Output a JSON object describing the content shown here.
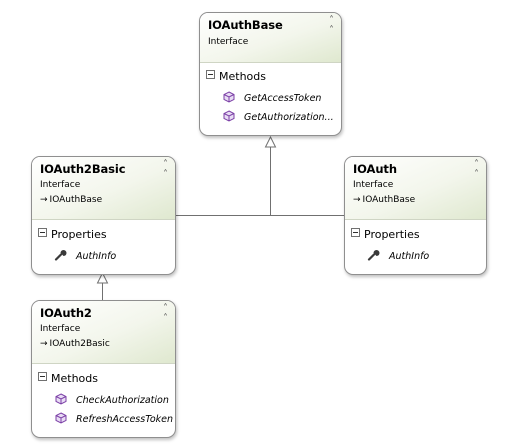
{
  "classes": {
    "ioauthbase": {
      "title": "IOAuthBase",
      "stereotype": "Interface",
      "section": "Methods",
      "members": [
        "GetAccessToken",
        "GetAuthorization..."
      ]
    },
    "ioauth2basic": {
      "title": "IOAuth2Basic",
      "stereotype": "Interface",
      "inherits": "IOAuthBase",
      "section": "Properties",
      "members": [
        "AuthInfo"
      ]
    },
    "ioauth": {
      "title": "IOAuth",
      "stereotype": "Interface",
      "inherits": "IOAuthBase",
      "section": "Properties",
      "members": [
        "AuthInfo"
      ]
    },
    "ioauth2": {
      "title": "IOAuth2",
      "stereotype": "Interface",
      "inherits": "IOAuth2Basic",
      "section": "Methods",
      "members": [
        "CheckAuthorization",
        "RefreshAccessToken"
      ]
    }
  },
  "icons": {
    "method": "method-cube-icon",
    "property": "property-wrench-icon",
    "collapse": "double-chevron-up-icon",
    "inherits": "inheritance-arrow-icon"
  },
  "colors": {
    "header_gradient": "#dfe8cf",
    "border": "#8f8f8f",
    "method_icon": "#7b3fa6",
    "connector": "#707070"
  }
}
